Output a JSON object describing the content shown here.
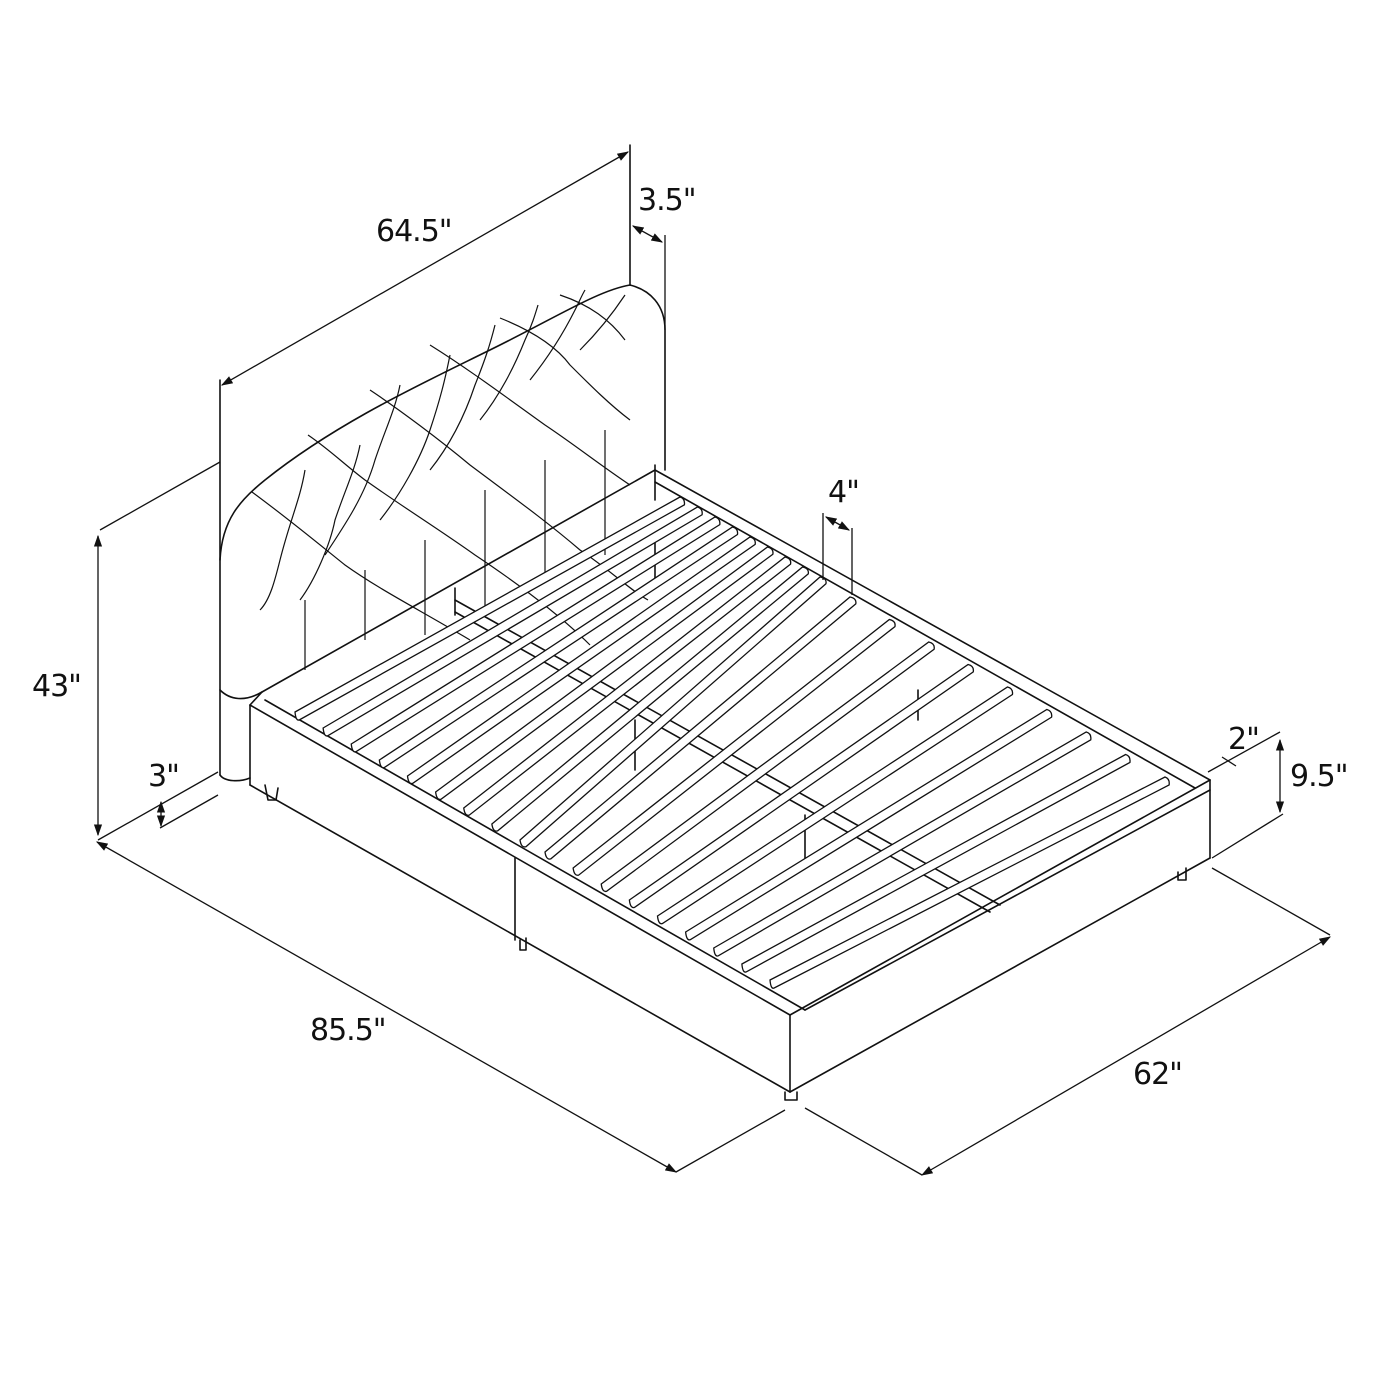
{
  "diagram": {
    "subject": "Upholstered platform bed with tufted headboard and wooden slats",
    "colors": {
      "line": "#111111",
      "background": "#ffffff"
    },
    "dimensions": {
      "headboard_width": "64.5\"",
      "headboard_depth": "3.5\"",
      "overall_height": "43\"",
      "headboard_ground_clearance": "3\"",
      "overall_length": "85.5\"",
      "overall_width": "62\"",
      "frame_rail_thickness": "2\"",
      "frame_height": "9.5\"",
      "slat_spacing": "4\""
    }
  }
}
